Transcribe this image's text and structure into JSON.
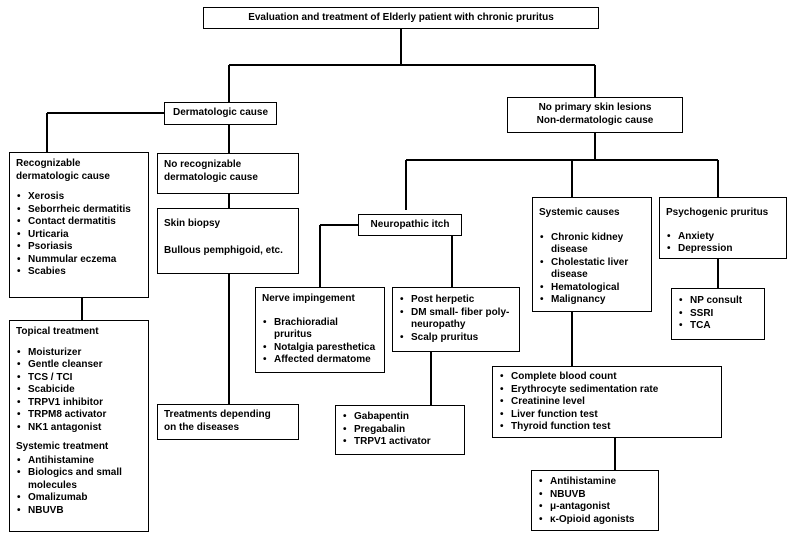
{
  "title": "Evaluation and treatment of Elderly patient with  chronic pruritus",
  "dermatologic": "Dermatologic cause",
  "nonderm": [
    "No primary skin lesions",
    "Non-dermatologic cause"
  ],
  "recognizable": {
    "heading": [
      "Recognizable",
      "dermatologic cause"
    ],
    "items": [
      "Xerosis",
      "Seborrheic dermatitis",
      "Contact dermatitis",
      "Urticaria",
      "Psoriasis",
      "Nummular eczema",
      "Scabies"
    ]
  },
  "no_recognizable": [
    "No recognizable",
    "dermatologic cause"
  ],
  "skin_biopsy": [
    "Skin biopsy",
    "Bullous pemphigoid, etc."
  ],
  "treatment_box": {
    "topical_heading": "Topical treatment",
    "topical": [
      "Moisturizer",
      "Gentle cleanser",
      "TCS / TCI",
      "Scabicide",
      "TRPV1 inhibitor",
      "TRPM8 activator",
      "NK1 antagonist"
    ],
    "systemic_heading": "Systemic treatment",
    "systemic": [
      "Antihistamine",
      "Biologics and small molecules",
      "Omalizumab",
      "NBUVB"
    ]
  },
  "treatments_depending": [
    "Treatments depending",
    "on the diseases"
  ],
  "neuropathic": "Neuropathic itch",
  "nerve": {
    "heading": "Nerve impingement",
    "items": [
      "Brachioradial pruritus",
      "Notalgia paresthetica",
      "Affected dermatome"
    ]
  },
  "post_herpetic": [
    "Post herpetic",
    "DM small- fiber poly-neuropathy",
    "Scalp pruritus"
  ],
  "neuro_treatment": [
    "Gabapentin",
    "Pregabalin",
    "TRPV1 activator"
  ],
  "systemic_causes": {
    "heading": "Systemic causes",
    "items": [
      "Chronic kidney disease",
      "Cholestatic liver disease",
      "Hematological",
      "Malignancy"
    ]
  },
  "labs": [
    "Complete blood count",
    "Erythrocyte sedimentation rate",
    "Creatinine level",
    "Liver function test",
    "Thyroid function test"
  ],
  "systemic_treatment": [
    "Antihistamine",
    "NBUVB",
    "μ-antagonist",
    "κ-Opioid agonists"
  ],
  "psychogenic": {
    "heading": "Psychogenic pruritus",
    "items": [
      "Anxiety",
      "Depression"
    ]
  },
  "psych_treatment": [
    "NP consult",
    "SSRI",
    "TCA"
  ]
}
